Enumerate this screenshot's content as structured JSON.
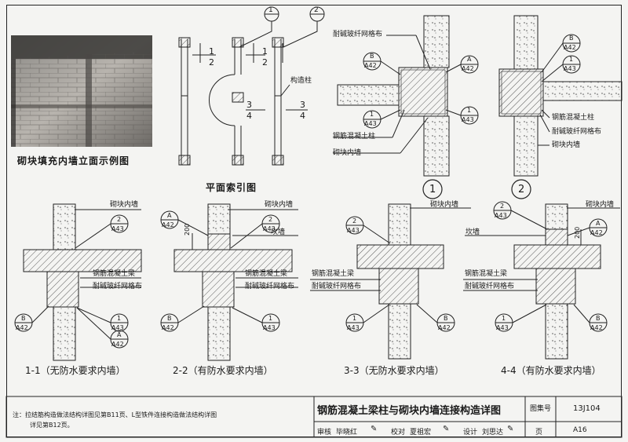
{
  "photo_caption": "砌块填充内墙立面示例图",
  "plan_caption": "平面索引图",
  "plan": {
    "idx1": "1",
    "idx2": "2",
    "sec_1": "1",
    "sec_2": "2",
    "sec_3": "3",
    "sec_4": "4",
    "sec_1b": "1",
    "sec_2b": "2",
    "sec_3b": "3",
    "sec_4b": "4",
    "column_label": "构造柱"
  },
  "detail1": {
    "number": "1",
    "mesh": "耐碱玻纤网格布",
    "concrete": "钢筋混凝土柱",
    "wall": "砌块内墙",
    "refs": [
      {
        "top": "B",
        "bottom": "A42"
      },
      {
        "top": "A",
        "bottom": "A42"
      },
      {
        "top": "1",
        "bottom": "A43"
      },
      {
        "top": "1",
        "bottom": "A43"
      }
    ]
  },
  "detail2": {
    "number": "2",
    "concrete": "钢筋混凝土柱",
    "mesh": "耐碱玻纤网格布",
    "wall": "砌块内墙",
    "refs": [
      {
        "top": "B",
        "bottom": "A42"
      },
      {
        "top": "1",
        "bottom": "A43"
      }
    ]
  },
  "sections": [
    {
      "caption": "1-1（无防水要求内墙）",
      "wall": "砌块内墙",
      "beam": "钢筋混凝土梁",
      "mesh": "耐碱玻纤网格布",
      "refs": [
        {
          "top": "2",
          "bottom": "A43"
        },
        {
          "top": "B",
          "bottom": "A42"
        },
        {
          "top": "1",
          "bottom": "A43"
        },
        {
          "top": "A",
          "bottom": "A42"
        }
      ]
    },
    {
      "caption": "2-2（有防水要求内墙）",
      "wall": "砌块内墙",
      "curb": "坎墙",
      "beam": "钢筋混凝土梁",
      "mesh": "耐碱玻纤网格布",
      "dim": "200",
      "refs": [
        {
          "top": "A",
          "bottom": "A42"
        },
        {
          "top": "2",
          "bottom": "A43"
        },
        {
          "top": "B",
          "bottom": "A42"
        },
        {
          "top": "1",
          "bottom": "A43"
        }
      ]
    },
    {
      "caption": "3-3（无防水要求内墙）",
      "wall": "砌块内墙",
      "beam": "钢筋混凝土梁",
      "mesh": "耐碱玻纤网格布",
      "refs": [
        {
          "top": "2",
          "bottom": "A43"
        },
        {
          "top": "1",
          "bottom": "A43"
        },
        {
          "top": "B",
          "bottom": "A42"
        }
      ]
    },
    {
      "caption": "4-4（有防水要求内墙）",
      "wall": "砌块内墙",
      "curb": "坎墙",
      "beam": "钢筋混凝土梁",
      "mesh": "耐碱玻纤网格布",
      "dim": "200",
      "refs": [
        {
          "top": "2",
          "bottom": "A43"
        },
        {
          "top": "A",
          "bottom": "A42"
        },
        {
          "top": "1",
          "bottom": "A43"
        },
        {
          "top": "B",
          "bottom": "A42"
        }
      ]
    }
  ],
  "note": {
    "line1": "注：拉结筋构造做法结构详图见第B11页、L型铁件连接构造做法结构详图",
    "line2": "详见第B12页。"
  },
  "title_block": {
    "title": "钢筋混凝土梁柱与砌块内墙连接构造详图",
    "atlas_label": "图集号",
    "atlas_no": "13J104",
    "review_label": "审核",
    "reviewer": "毕晓红",
    "check_label": "校对",
    "checker": "夏祖宏",
    "design_label": "设计",
    "designer": "刘思达",
    "page_label": "页",
    "page_no": "A16"
  }
}
